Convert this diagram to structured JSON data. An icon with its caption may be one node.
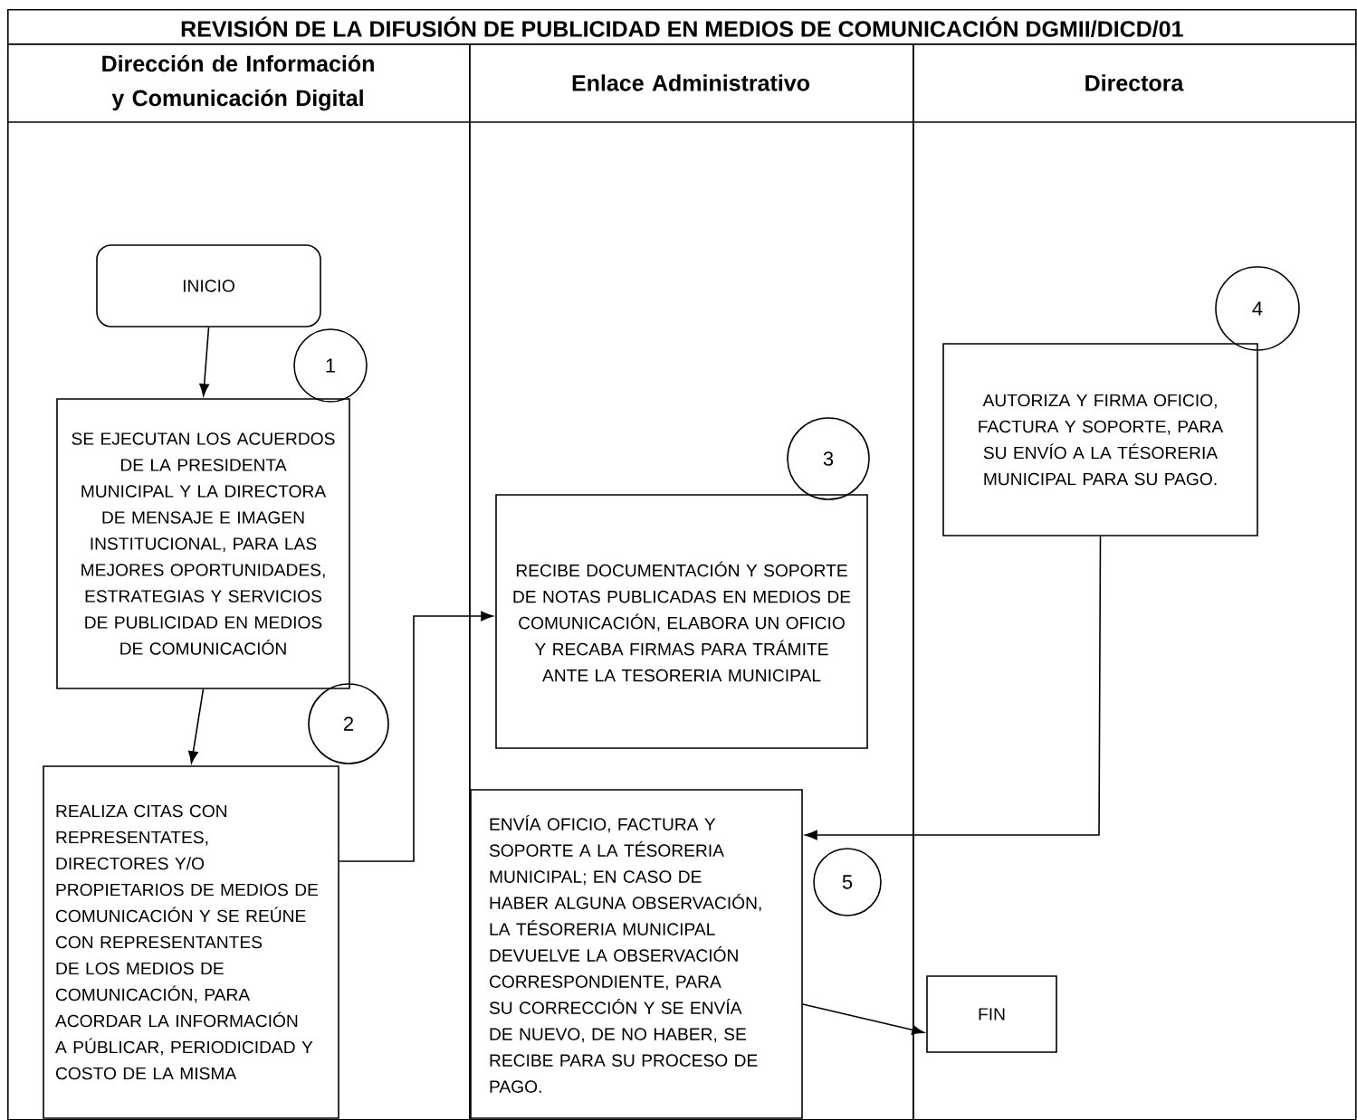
{
  "diagram": {
    "title": "REVISIÓN DE LA DIFUSIÓN DE PUBLICIDAD EN MEDIOS DE COMUNICACIÓN DGMII/DICD/01",
    "nodes": [
      {
        "text": [
          "Dirección de Información y Comunicación Digital"
        ]
      },
      {
        "text": [
          "Enlace Administrativo"
        ]
      },
      {
        "text": [
          "Directora"
        ]
      },
      {
        "text": [
          "INICIO"
        ],
        "in": 0
      },
      {
        "text": [
          "1"
        ],
        "in": 0
      },
      {
        "text": [
          "SE EJECUTAN LOS ACUERDOS DE LA PRESIDENTA MUNICIPAL Y LA DIRECTORA DE MENSAJE E IMAGEN INSTITUCIONAL, PARA LAS MEJORES OPORTUNIDADES, ESTRATEGIAS Y SERVICIOS DE PUBLICIDAD EN MEDIOS DE COMUNICACIÓN"
        ],
        "in": 0
      },
      {
        "text": [
          "2"
        ],
        "in": 0
      },
      {
        "text": [
          "REALIZA CITAS CON REPRESENTATES, DIRECTORES Y/O PROPIETARIOS DE MEDIOS DE COMUNICACIÓN Y SE REÚNE CON REPRESENTANTES DE LOS MEDIOS DE COMUNICACIÓN, PARA ACORDAR LA INFORMACIÓN A PÚBLICAR, PERIODICIDAD Y COSTO DE LA MISMA"
        ],
        "in": 0
      },
      {
        "text": [
          "3"
        ],
        "in": 1
      },
      {
        "text": [
          "RECIBE DOCUMENTACIÓN Y SOPORTE DE NOTAS PUBLICADAS EN MEDIOS DE COMUNICACIÓN, ELABORA UN OFICIO Y RECABA FIRMAS PARA TRÁMITE ANTE LA TESORERIA MUNICIPAL"
        ],
        "in": 1
      },
      {
        "text": [
          "4"
        ],
        "in": 2
      },
      {
        "text": [
          "AUTORIZA Y FIRMA OFICIO, FACTURA Y SOPORTE, PARA SU ENVÍO A LA TÉSORERIA MUNICIPAL PARA SU PAGO."
        ],
        "in": 2
      },
      {
        "text": [
          "ENVÍA OFICIO, FACTURA Y SOPORTE A LA TÉSORERIA MUNICIPAL; EN CASO DE HABER ALGUNA OBSERVACIÓN, LA TÉSORERIA MUNICIPAL DEVUELVE LA OBSERVACIÓN CORRESPONDIENTE, PARA SU CORRECCIÓN Y SE ENVÍA DE NUEVO, DE NO HABER, SE RECIBE PARA SU PROCESO DE PAGO."
        ],
        "in": 1
      },
      {
        "text": [
          "5"
        ],
        "in": 1
      },
      {
        "text": [
          "FIN"
        ],
        "in": 2
      }
    ],
    "edges": [
      {
        "from": 3,
        "to": 5,
        "arrow": "to"
      },
      {
        "from": 5,
        "to": 7,
        "arrow": "to"
      },
      {
        "from": 7,
        "to": 9,
        "arrow": "to"
      },
      {
        "from": 11,
        "to": 12,
        "arrow": "to"
      },
      {
        "from": 12,
        "to": 14,
        "arrow": "to"
      }
    ]
  }
}
